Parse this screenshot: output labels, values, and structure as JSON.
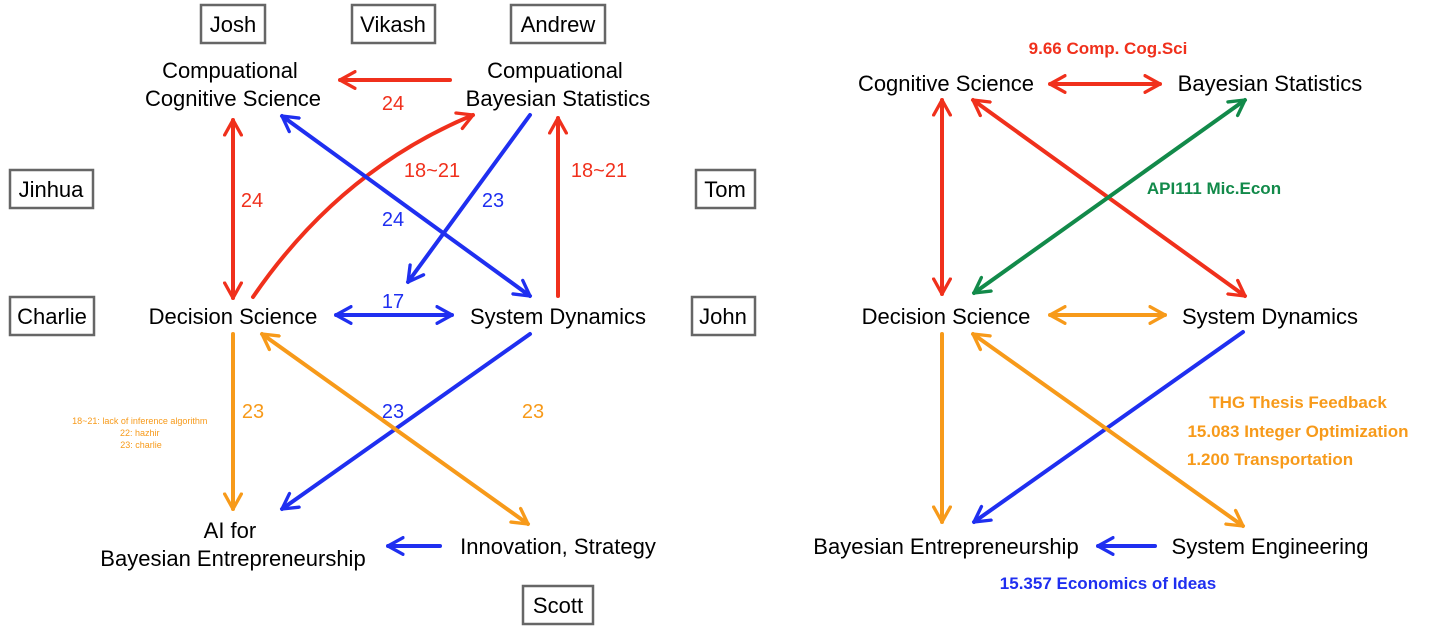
{
  "colors": {
    "red": "#f0301c",
    "blue": "#1f2ff0",
    "orange": "#f79a1a",
    "green": "#128a4a"
  },
  "left": {
    "people": {
      "josh": "Josh",
      "vikash": "Vikash",
      "andrew": "Andrew",
      "jinhua": "Jinhua",
      "tom": "Tom",
      "charlie": "Charlie",
      "john": "John",
      "scott": "Scott"
    },
    "nodes": {
      "ccs_line1": "Compuational",
      "ccs_line2": "Cognitive Science",
      "cbs_line1": "Compuational",
      "cbs_line2": "Bayesian Statistics",
      "decision_science": "Decision Science",
      "system_dynamics": "System Dynamics",
      "ai_line1": "AI for",
      "ai_line2": "Bayesian Entrepreneurship",
      "innovation": "Innovation, Strategy"
    },
    "edge_labels": {
      "cbs_to_ccs": "24",
      "ccs_ds": "24",
      "ds_to_cbs": "18~21",
      "cbs_to_ds": "23",
      "ccs_sd": "24",
      "sd_to_cbs": "18~21",
      "ds_sd": "17",
      "ds_to_ai": "23",
      "sd_to_ai": "23",
      "ds_innovation": "23"
    },
    "note": {
      "line1": "18~21: lack of inference algorithm",
      "line2": "22: hazhir",
      "line3": "23: charlie"
    }
  },
  "right": {
    "nodes": {
      "cognitive_science": "Cognitive Science",
      "bayesian_statistics": "Bayesian Statistics",
      "decision_science": "Decision Science",
      "system_dynamics": "System Dynamics",
      "bayesian_entrepreneurship": "Bayesian Entrepreneurship",
      "system_engineering": "System Engineering"
    },
    "courses": {
      "comp_cogsci": "9.66 Comp. Cog.Sci",
      "mic_econ": "API111 Mic.Econ",
      "thesis": "THG Thesis Feedback",
      "integer_opt": "15.083 Integer Optimization",
      "transportation": "1.200 Transportation",
      "econ_ideas": "15.357 Economics of Ideas"
    }
  }
}
